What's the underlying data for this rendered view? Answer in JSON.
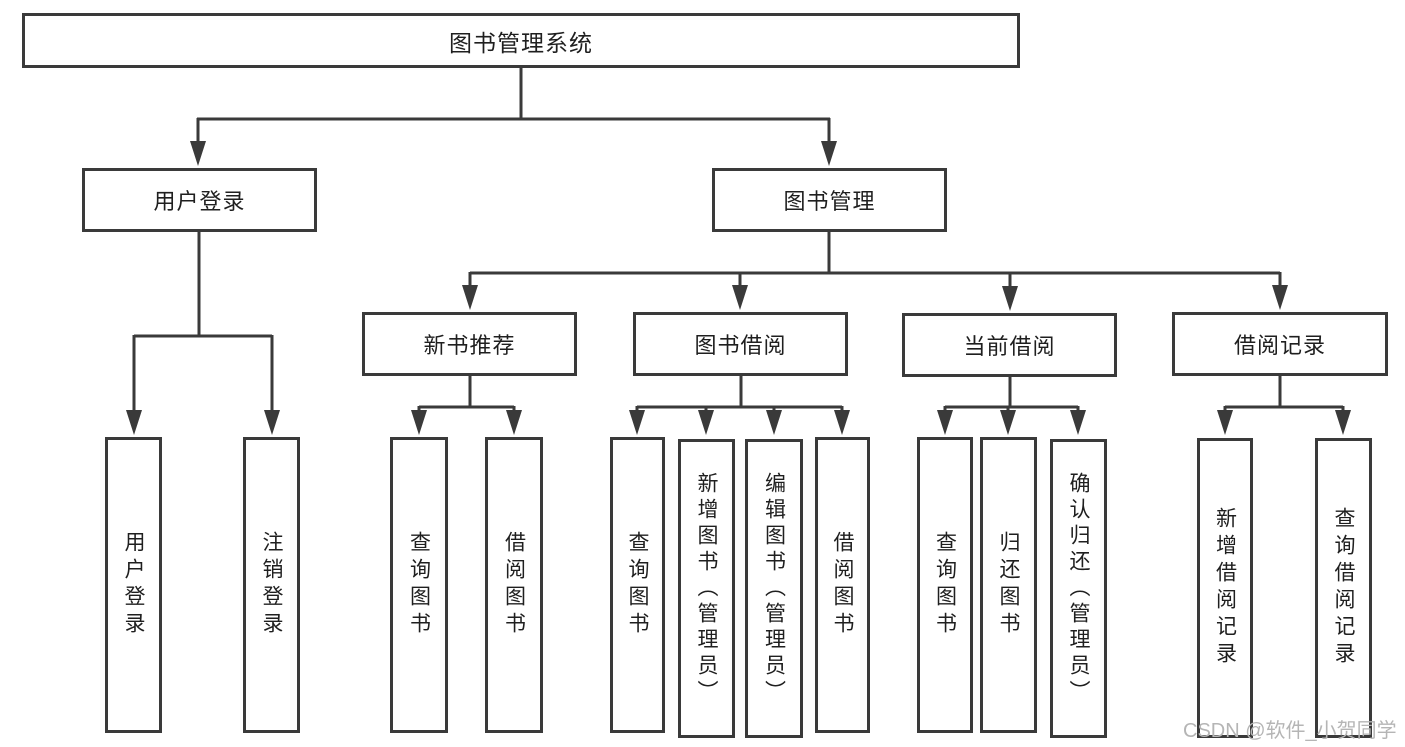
{
  "diagram": {
    "root": {
      "label": "图书管理系统",
      "children": [
        {
          "label": "用户登录",
          "children": [
            {
              "label": "用户登录"
            },
            {
              "label": "注销登录"
            }
          ]
        },
        {
          "label": "图书管理",
          "children": [
            {
              "label": "新书推荐",
              "children": [
                {
                  "label": "查询图书"
                },
                {
                  "label": "借阅图书"
                }
              ]
            },
            {
              "label": "图书借阅",
              "children": [
                {
                  "label": "查询图书"
                },
                {
                  "label": "新增图书（管理员）"
                },
                {
                  "label": "编辑图书（管理员）"
                },
                {
                  "label": "借阅图书"
                }
              ]
            },
            {
              "label": "当前借阅",
              "children": [
                {
                  "label": "查询图书"
                },
                {
                  "label": "归还图书"
                },
                {
                  "label": "确认归还（管理员）"
                }
              ]
            },
            {
              "label": "借阅记录",
              "children": [
                {
                  "label": "新增借阅记录"
                },
                {
                  "label": "查询借阅记录"
                }
              ]
            }
          ]
        }
      ]
    }
  },
  "watermark": {
    "text": "CSDN @软件_小贺同学"
  },
  "colors": {
    "line": "#3a3a3a",
    "text": "#1f1f1f",
    "watermark": "#b5b5b5",
    "background": "#ffffff"
  }
}
